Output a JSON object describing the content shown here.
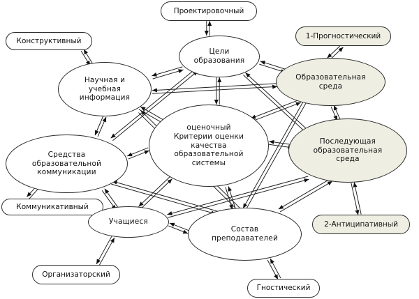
{
  "colors": {
    "stroke": "#2a2a2a",
    "fill": "#ffffff",
    "highlight_fill": "#efeee2",
    "text": "#111111"
  },
  "nodes": {
    "proektirovochny": {
      "lines": [
        "Проектировочный"
      ]
    },
    "konstruktivny": {
      "lines": [
        "Конструктивный"
      ]
    },
    "prognostichesky": {
      "lines": [
        "1-Прогностический"
      ]
    },
    "tseli": {
      "lines": [
        "Цели",
        "образования"
      ]
    },
    "nauchnaya": {
      "lines": [
        "Научная и",
        "учебная",
        "информация"
      ]
    },
    "obr_sreda": {
      "lines": [
        "Образовательная",
        "среда"
      ]
    },
    "otsenochny": {
      "lines": [
        "оценочный",
        "Критерии оценки",
        "качества",
        "образовательной",
        "системы"
      ]
    },
    "sredstva": {
      "lines": [
        "Средства",
        "образовательной",
        "коммуникации"
      ]
    },
    "posleduyushaya": {
      "lines": [
        "Последующая",
        "образовательная",
        "среда"
      ]
    },
    "kommunikativny": {
      "lines": [
        "Коммуникативный"
      ]
    },
    "uchashiesya": {
      "lines": [
        "Учащиеся"
      ]
    },
    "sostav": {
      "lines": [
        "Состав",
        "преподавателей"
      ]
    },
    "antitsipativny": {
      "lines": [
        "2-Антиципативный"
      ]
    },
    "organizatorsky": {
      "lines": [
        "Организаторский"
      ]
    },
    "gnostichesky": {
      "lines": [
        "Гностический"
      ]
    }
  }
}
